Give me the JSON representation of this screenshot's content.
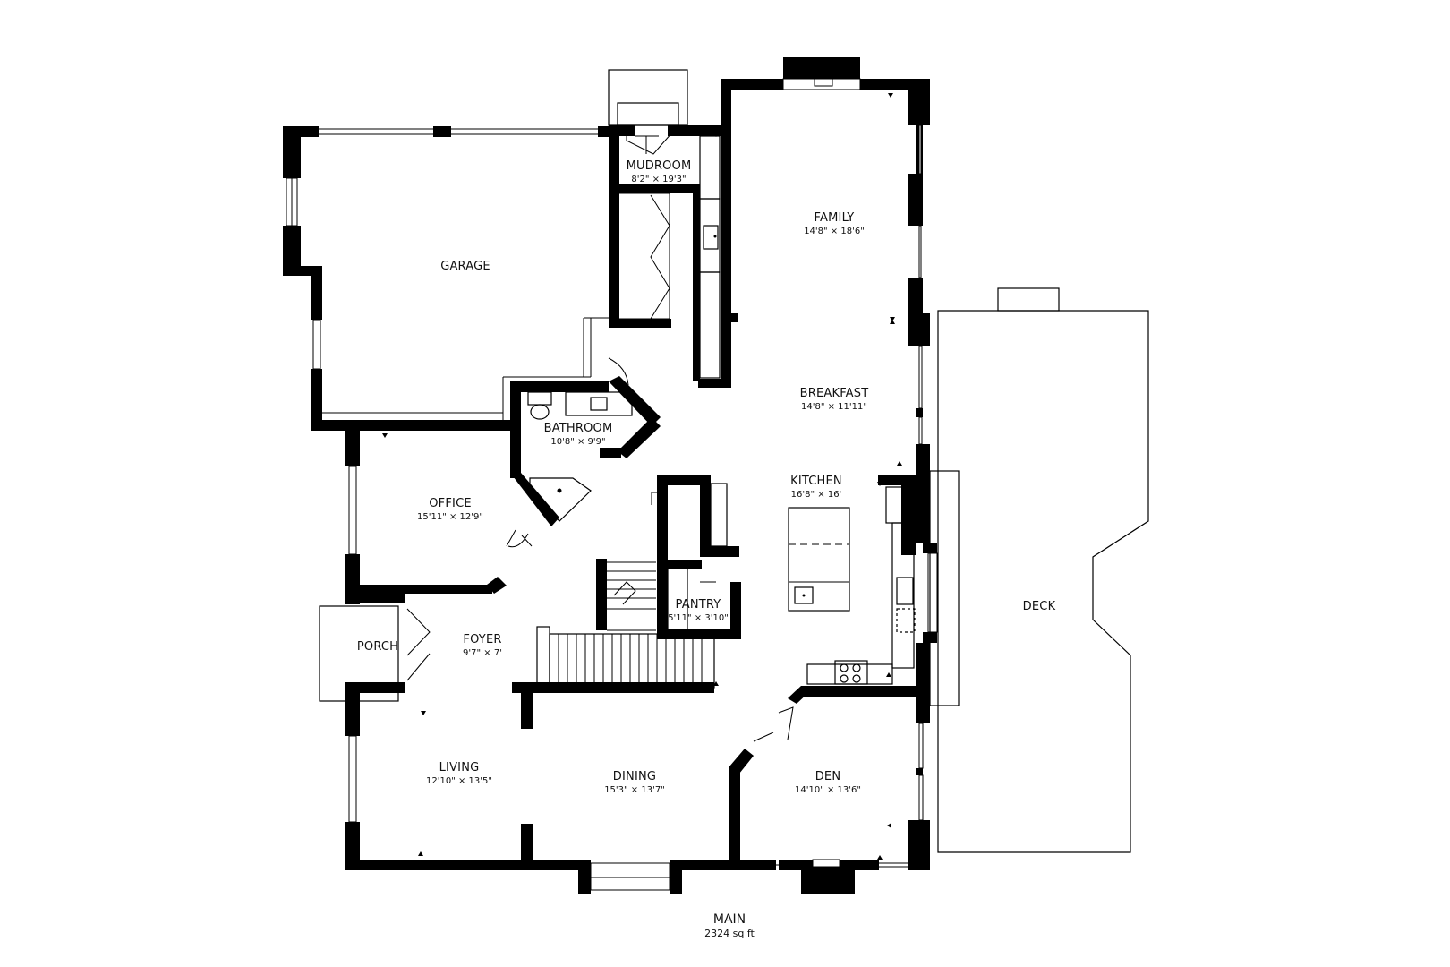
{
  "floor": {
    "name": "MAIN",
    "area": "2324 sq ft"
  },
  "rooms": [
    {
      "id": "garage",
      "name": "GARAGE",
      "dims": ""
    },
    {
      "id": "mudroom",
      "name": "MUDROOM",
      "dims": "8'2\" × 19'3\""
    },
    {
      "id": "family",
      "name": "FAMILY",
      "dims": "14'8\" × 18'6\""
    },
    {
      "id": "breakfast",
      "name": "BREAKFAST",
      "dims": "14'8\" × 11'11\""
    },
    {
      "id": "bathroom",
      "name": "BATHROOM",
      "dims": "10'8\" × 9'9\""
    },
    {
      "id": "office",
      "name": "OFFICE",
      "dims": "15'11\" × 12'9\""
    },
    {
      "id": "kitchen",
      "name": "KITCHEN",
      "dims": "16'8\" × 16'"
    },
    {
      "id": "pantry",
      "name": "PANTRY",
      "dims": "5'11\" × 3'10\""
    },
    {
      "id": "porch",
      "name": "PORCH",
      "dims": ""
    },
    {
      "id": "foyer",
      "name": "FOYER",
      "dims": "9'7\" × 7'"
    },
    {
      "id": "deck",
      "name": "DECK",
      "dims": ""
    },
    {
      "id": "living",
      "name": "LIVING",
      "dims": "12'10\" × 13'5\""
    },
    {
      "id": "dining",
      "name": "DINING",
      "dims": "15'3\" × 13'7\""
    },
    {
      "id": "den",
      "name": "DEN",
      "dims": "14'10\" × 13'6\""
    }
  ]
}
